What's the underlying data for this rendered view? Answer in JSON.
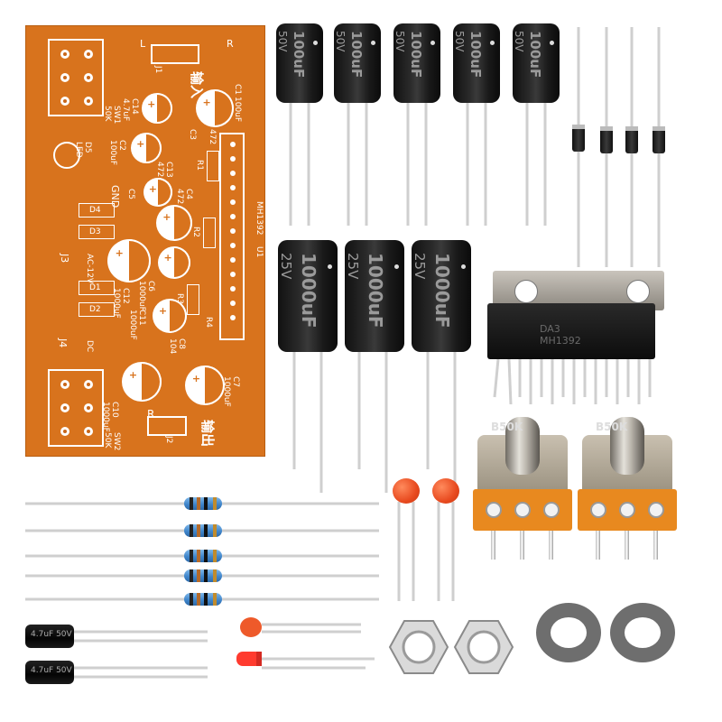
{
  "scene": {
    "caption": ""
  },
  "pcb": {
    "color": "#d8731d",
    "labels": {
      "l": "L",
      "r": "R",
      "j1": "J1",
      "input": "输入",
      "c1": "C1",
      "c1v": "100uF",
      "c14": "C14",
      "c14v": "4.7uF",
      "sw1": "SW1",
      "sw1v": "50K",
      "c3": "C3",
      "c3v": "472",
      "r1": "R1",
      "c2": "C2",
      "c2v": "100uF",
      "d5": "D5",
      "led": "LED",
      "c13": "C13",
      "c13v": "472",
      "gnd": "GND",
      "d4": "D4",
      "d3": "D3",
      "r2": "R2",
      "c4": "C4",
      "c4v": "472",
      "c5": "C5",
      "u1": "U1",
      "u1v": "MH1392",
      "j3": "J3",
      "ac12v": "AC-12V",
      "c12": "C12",
      "c12v": "1000uF",
      "c6": "C6",
      "c6v": "1000uF",
      "d1": "D1",
      "d2": "D2",
      "c11": "C11",
      "c11v": "1000uF",
      "r3": "R3",
      "r4": "R4",
      "j4": "J4",
      "dc": "DC",
      "c8": "C8",
      "c8v": "104",
      "c7": "C7",
      "c7v": "1000uF",
      "c10": "C10",
      "c10v": "1000uF",
      "r_big": "R",
      "sw2": "SW2",
      "sw2v": "50K",
      "j2": "J2",
      "output": "输出"
    }
  },
  "parts": {
    "ecap_small": {
      "value": "100uF",
      "voltage": "50V"
    },
    "ecap_large": {
      "value": "1000uF",
      "voltage": "25V"
    },
    "mini_cap": {
      "value": "4.7uF",
      "voltage": "50V"
    },
    "ic": {
      "line1": "DA3",
      "line2": "MH1392"
    },
    "pot": {
      "value": "B50K"
    }
  }
}
